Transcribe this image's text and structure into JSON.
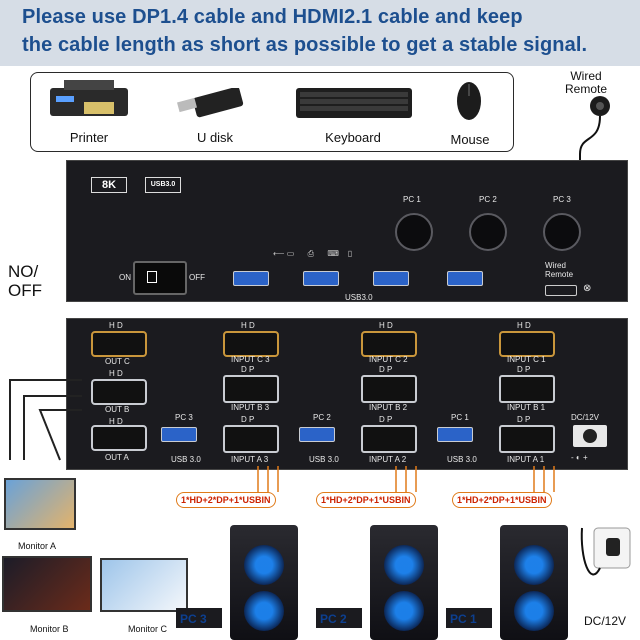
{
  "header": {
    "line1": "Please use DP1.4 cable and HDMI2.1 cable and keep",
    "line2": "the cable length as short as possible to get a stable signal."
  },
  "accessories": {
    "printer": "Printer",
    "udisk": "U disk",
    "keyboard": "Keyboard",
    "mouse": "Mouse"
  },
  "wired_remote_top": "Wired\nRemote",
  "front": {
    "badge_8k": "8K",
    "badge_usb": "USB3.0",
    "pc1": "PC 1",
    "pc2": "PC 2",
    "pc3": "PC 3",
    "on": "ON",
    "off": "OFF",
    "usb30": "USB3.0",
    "wired_remote": "Wired\nRemote"
  },
  "no_off": "NO/\nOFF",
  "back": {
    "hd": "H D",
    "dp": "D P",
    "out_c": "OUT C",
    "out_b": "OUT B",
    "out_a": "OUT A",
    "input_c3": "INPUT C 3",
    "input_b3": "INPUT B 3",
    "input_a3": "INPUT A 3",
    "input_c2": "INPUT C 2",
    "input_b2": "INPUT B 2",
    "input_a2": "INPUT A 2",
    "input_c1": "INPUT C 1",
    "input_b1": "INPUT B 1",
    "input_a1": "INPUT A 1",
    "pc3": "PC 3",
    "pc2": "PC 2",
    "pc1": "PC 1",
    "usb30": "USB 3.0",
    "dc": "DC/12V",
    "dc_sym": "- ◐ +"
  },
  "cable_tag": "1*HD+2*DP+1*USBIN",
  "monitors": {
    "a": "Monitor A",
    "b": "Monitor B",
    "c": "Monitor C"
  },
  "pcs": {
    "pc3": "PC 3",
    "pc2": "PC 2",
    "pc1": "PC 1"
  },
  "dc12v": "DC/12V"
}
